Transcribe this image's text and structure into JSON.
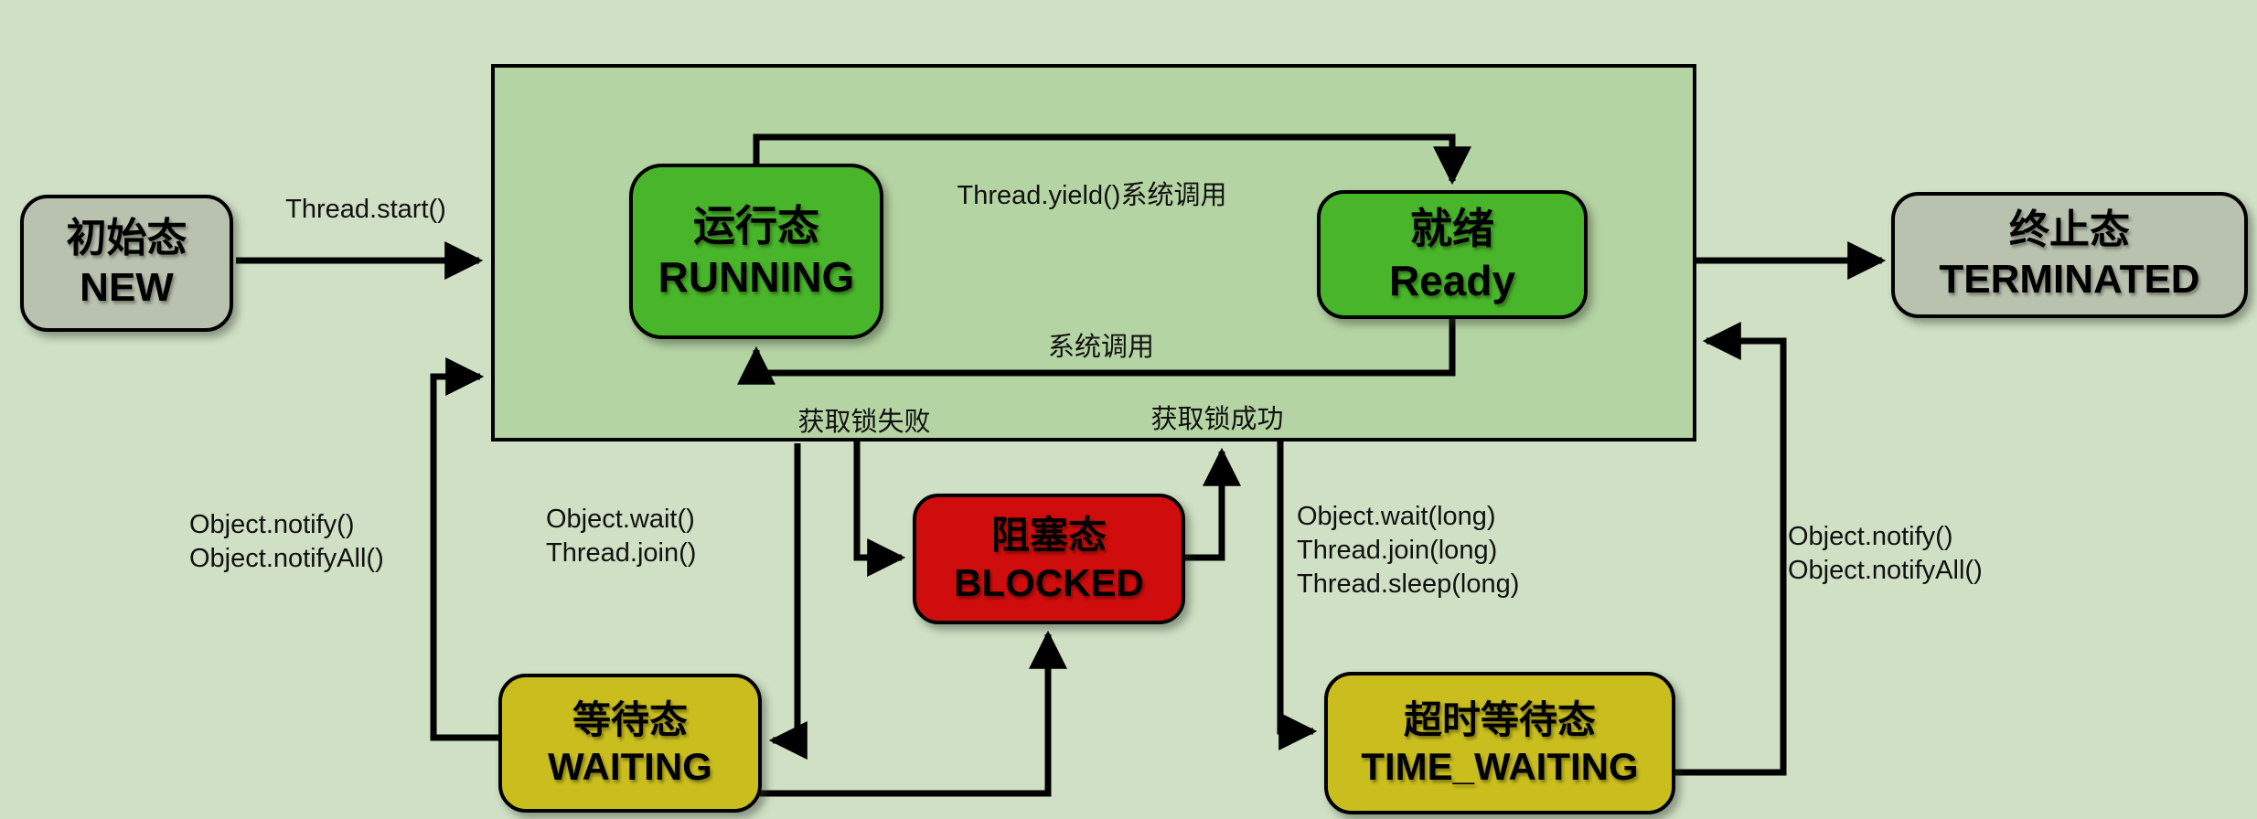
{
  "states": {
    "new": {
      "zh": "初始态",
      "en": "NEW"
    },
    "running": {
      "zh": "运行态",
      "en": "RUNNING"
    },
    "ready": {
      "zh": "就绪",
      "en": "Ready"
    },
    "terminated": {
      "zh": "终止态",
      "en": "TERMINATED"
    },
    "blocked": {
      "zh": "阻塞态",
      "en": "BLOCKED"
    },
    "waiting": {
      "zh": "等待态",
      "en": "WAITING"
    },
    "time_waiting": {
      "zh": "超时等待态",
      "en": "TIME_WAITING"
    }
  },
  "labels": {
    "thread_start": "Thread.start()",
    "yield": "Thread.yield()系统调用",
    "syscall": "系统调用",
    "lock_fail": "获取锁失败",
    "lock_success": "获取锁成功",
    "wait_join": [
      "Object.wait()",
      "Thread.join()"
    ],
    "notify_left": [
      "Object.notify()",
      "Object.notifyAll()"
    ],
    "timed": [
      "Object.wait(long)",
      "Thread.join(long)",
      "Thread.sleep(long)"
    ],
    "notify_right": [
      "Object.notify()",
      "Object.notifyAll()"
    ]
  },
  "colors": {
    "background": "#cfe0c5",
    "container_fill": "#b5d4a4",
    "state_green": "#49b52a",
    "state_gray": "#b9c2ae",
    "state_red": "#d00d0d",
    "state_yellow": "#c9be1d",
    "line": "#000000"
  }
}
